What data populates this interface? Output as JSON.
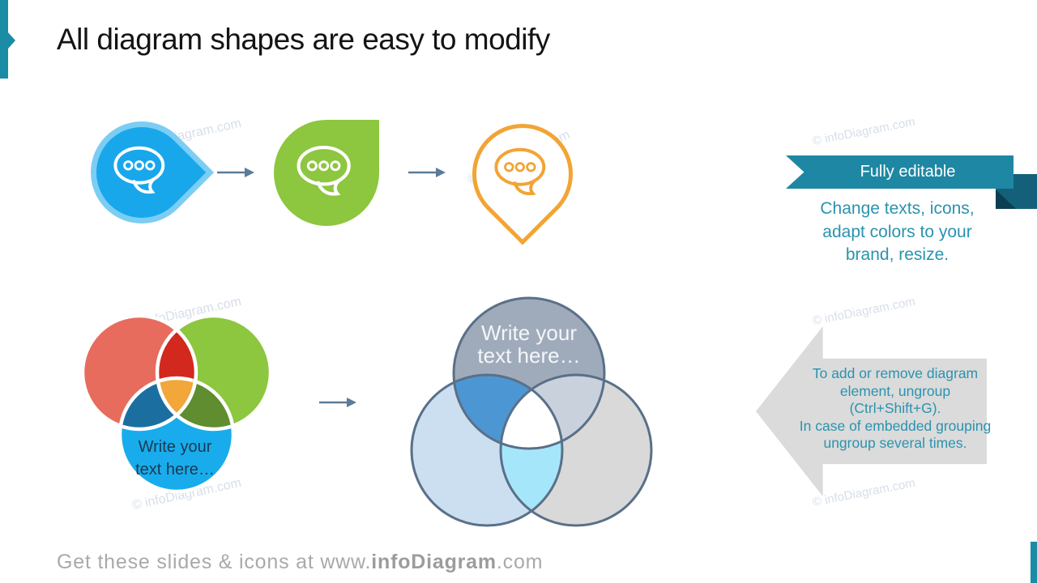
{
  "slide": {
    "title": "All diagram shapes are easy to modify",
    "watermark": "© infoDiagram.com",
    "footer": {
      "prefix": "Get these slides & icons at www.",
      "brand": "infoDiagram",
      "suffix": ".com"
    },
    "accent_color": "#1B8CA6"
  },
  "shapes_row": {
    "icon": "speech-bubble-with-three-dots",
    "items": [
      {
        "name": "drop-pointing-right",
        "fill": "#18A7EB",
        "ring": "#7CCDF3",
        "icon_color": "#FFFFFF"
      },
      {
        "name": "leaf-square-top-right",
        "fill": "#8DC63F",
        "icon_color": "#FFFFFF"
      },
      {
        "name": "map-pin-outline",
        "stroke": "#F2A434",
        "icon_color": "#F2A434"
      }
    ],
    "connector_color": "#5B7B9A"
  },
  "venn_left": {
    "label": {
      "line1": "Write your",
      "line2": "text here…"
    },
    "colors": {
      "circle1": "#E76C5E",
      "circle2": "#8DC63F",
      "circle3": "#19ACEC",
      "overlap12": "#D3281E",
      "overlap13": "#1B6FA0",
      "overlap23": "#5F8D2F",
      "center": "#F2A73B",
      "stroke": "#FFFFFF"
    }
  },
  "venn_right": {
    "label": {
      "line1": "Write your",
      "line2": "text here…"
    },
    "colors": {
      "top": "#9FABBB",
      "bottom_left": "#CBDFF1",
      "bottom_right": "#D9D9D9",
      "overlap_top_left": "#4C97D3",
      "overlap_top_right": "#C9D1DC",
      "overlap_bottom": "#A6E6FB",
      "center": "#FFFFFF",
      "stroke": "#5A7088"
    }
  },
  "callouts": {
    "ribbon": {
      "label": "Fully editable",
      "color": "#1E87A3",
      "lines": [
        "Change texts, icons,",
        "adapt colors to your",
        "brand, resize."
      ]
    },
    "arrow_note": {
      "color": "#DBDBDB",
      "lines": [
        "To add or remove diagram",
        "element, ungroup",
        "(Ctrl+Shift+G).",
        "In case of embedded grouping",
        "ungroup several times."
      ]
    }
  }
}
